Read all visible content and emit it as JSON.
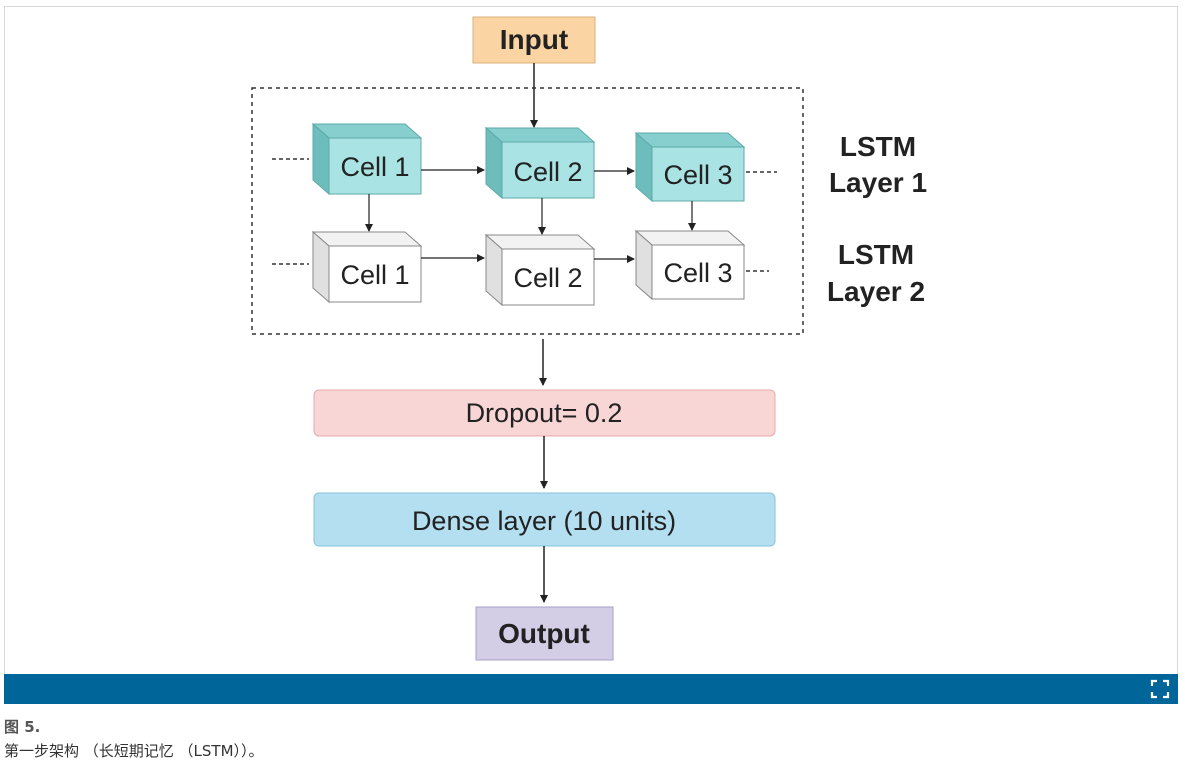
{
  "diagram": {
    "input_label": "Input",
    "layer1": {
      "label_line1": "LSTM",
      "label_line2": "Layer 1",
      "cells": [
        "Cell 1",
        "Cell 2",
        "Cell 3"
      ],
      "color": "#9fdede"
    },
    "layer2": {
      "label_line1": "LSTM",
      "label_line2": "Layer 2",
      "cells": [
        "Cell 1",
        "Cell 2",
        "Cell 3"
      ],
      "color": "#ffffff"
    },
    "dropout_label": "Dropout= 0.2",
    "dense_label": "Dense layer (10 units)",
    "output_label": "Output",
    "colors": {
      "input": "#fbd4a3",
      "dropout": "#f9d6d6",
      "dense": "#b3dff1",
      "output": "#d3cde6",
      "toolbar": "#006699"
    }
  },
  "caption": {
    "label": "图 5.",
    "text": "第一步架构 （长短期记忆 （LSTM））。"
  },
  "toolbar": {
    "expand_icon": "expand-icon"
  }
}
